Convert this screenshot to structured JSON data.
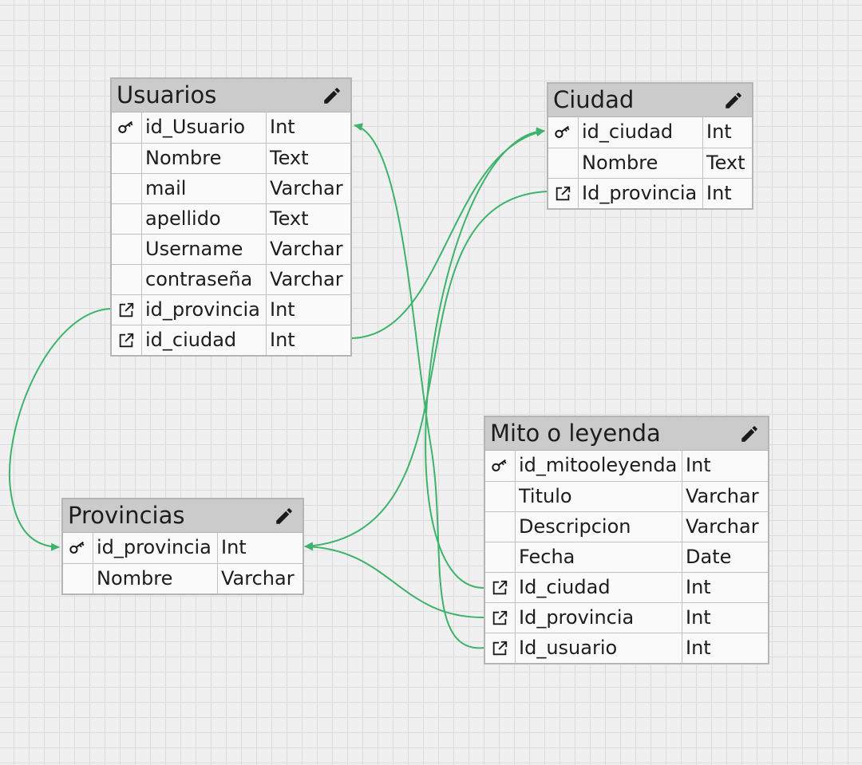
{
  "tables": {
    "usuarios": {
      "title": "Usuarios",
      "rows": [
        {
          "name": "id_Usuario",
          "type": "Int",
          "key": "primary-key"
        },
        {
          "name": "Nombre",
          "type": "Text",
          "key": ""
        },
        {
          "name": "mail",
          "type": "Varchar",
          "key": ""
        },
        {
          "name": "apellido",
          "type": "Text",
          "key": ""
        },
        {
          "name": "Username",
          "type": "Varchar",
          "key": ""
        },
        {
          "name": "contraseña",
          "type": "Varchar",
          "key": ""
        },
        {
          "name": "id_provincia",
          "type": "Int",
          "key": "foreign-key"
        },
        {
          "name": "id_ciudad",
          "type": "Int",
          "key": "foreign-key"
        }
      ]
    },
    "ciudad": {
      "title": "Ciudad",
      "rows": [
        {
          "name": "id_ciudad",
          "type": "Int",
          "key": "primary-key"
        },
        {
          "name": "Nombre",
          "type": "Text",
          "key": ""
        },
        {
          "name": "Id_provincia",
          "type": "Int",
          "key": "foreign-key"
        }
      ]
    },
    "provincias": {
      "title": "Provincias",
      "rows": [
        {
          "name": "id_provincia",
          "type": "Int",
          "key": "primary-key"
        },
        {
          "name": "Nombre",
          "type": "Varchar",
          "key": ""
        }
      ]
    },
    "mito": {
      "title": "Mito o leyenda",
      "rows": [
        {
          "name": "id_mitooleyenda",
          "type": "Int",
          "key": "primary-key"
        },
        {
          "name": "Titulo",
          "type": "Varchar",
          "key": ""
        },
        {
          "name": "Descripcion",
          "type": "Varchar",
          "key": ""
        },
        {
          "name": "Fecha",
          "type": "Date",
          "key": ""
        },
        {
          "name": "Id_ciudad",
          "type": "Int",
          "key": "foreign-key"
        },
        {
          "name": "Id_provincia",
          "type": "Int",
          "key": "foreign-key"
        },
        {
          "name": "Id_usuario",
          "type": "Int",
          "key": "foreign-key"
        }
      ]
    }
  },
  "relations": [
    {
      "from": "Usuarios.id_provincia",
      "to": "Provincias.id_provincia"
    },
    {
      "from": "Usuarios.id_ciudad",
      "to": "Ciudad.id_ciudad"
    },
    {
      "from": "Ciudad.Id_provincia",
      "to": "Provincias.id_provincia"
    },
    {
      "from": "Mito o leyenda.Id_ciudad",
      "to": "Ciudad.id_ciudad"
    },
    {
      "from": "Mito o leyenda.Id_provincia",
      "to": "Provincias.id_provincia"
    },
    {
      "from": "Mito o leyenda.Id_usuario",
      "to": "Usuarios.id_Usuario"
    }
  ],
  "colors": {
    "relation_line": "#3db36b",
    "header": "#cbcbcb",
    "grid": "#dcdcdc"
  }
}
